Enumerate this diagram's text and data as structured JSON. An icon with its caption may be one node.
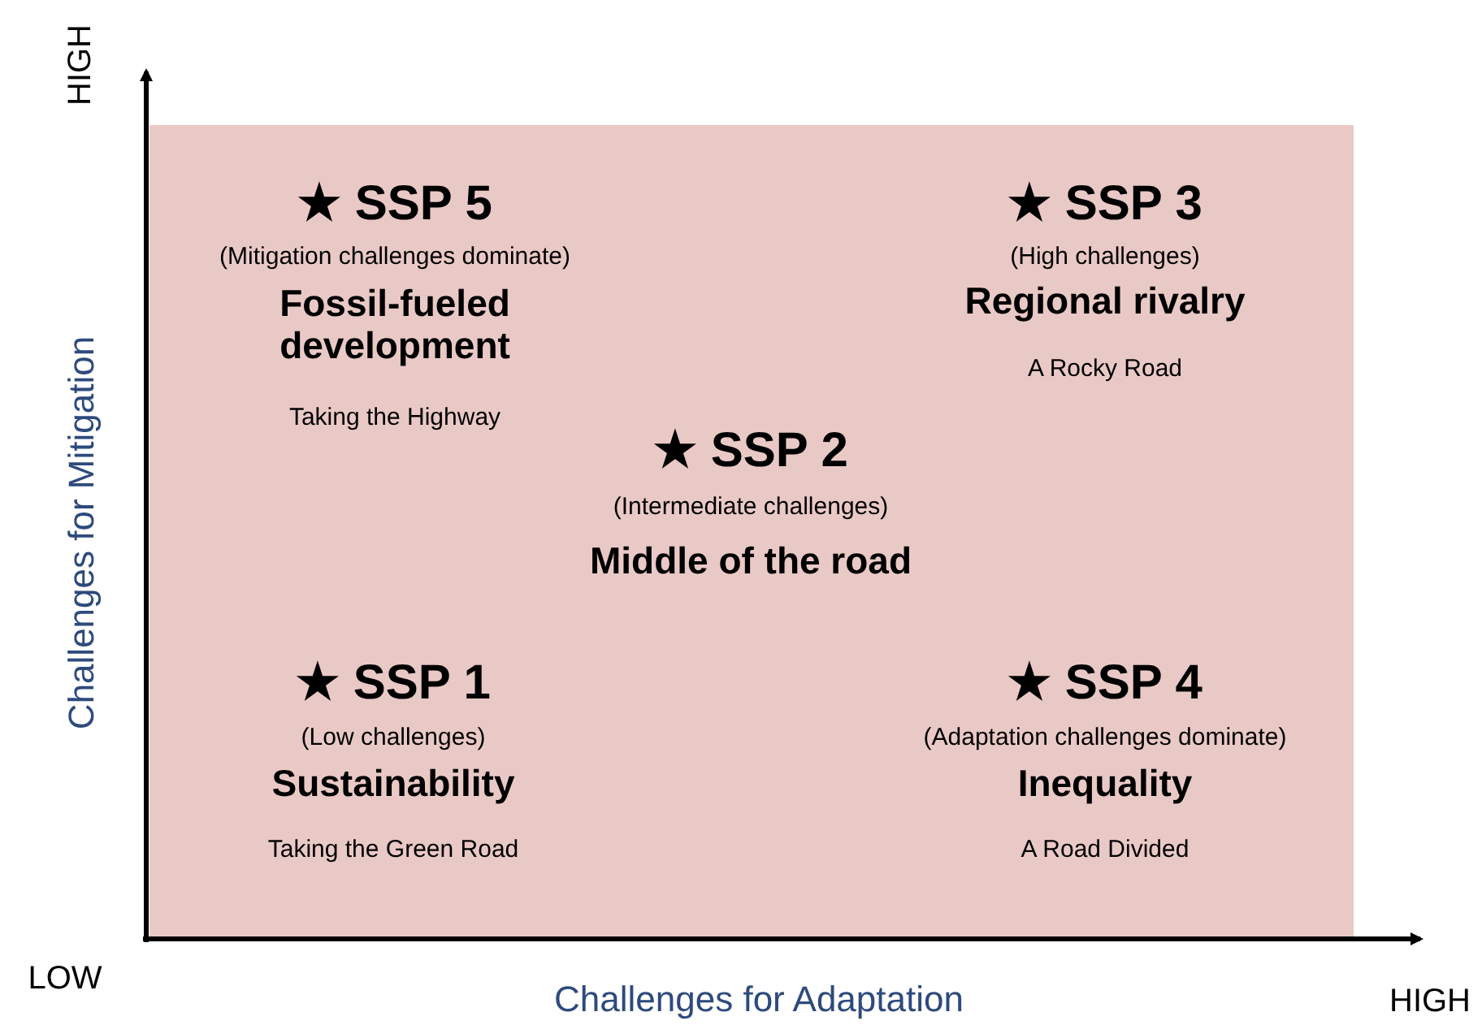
{
  "diagram": {
    "labels": [
      "HIGH",
      "Challenges for Mitigation",
      "★ SSP 5",
      "(Mitigation challenges dominate)",
      "Fossil-fueled development",
      "Taking the Highway",
      "★ SSP 3",
      "(High challenges)",
      "Regional rivalry",
      "A Rocky Road",
      "★ SSP 2",
      "(Intermediate challenges)",
      "Middle of the road",
      "★ SSP 1",
      "(Low challenges)",
      "Sustainability",
      "Taking the Green Road",
      "★ SSP 4",
      "(Adaptation challenges dominate)",
      "Inequality",
      "A Road Divided",
      "LOW",
      "Challenges for Adaptation",
      "HIGH"
    ]
  }
}
